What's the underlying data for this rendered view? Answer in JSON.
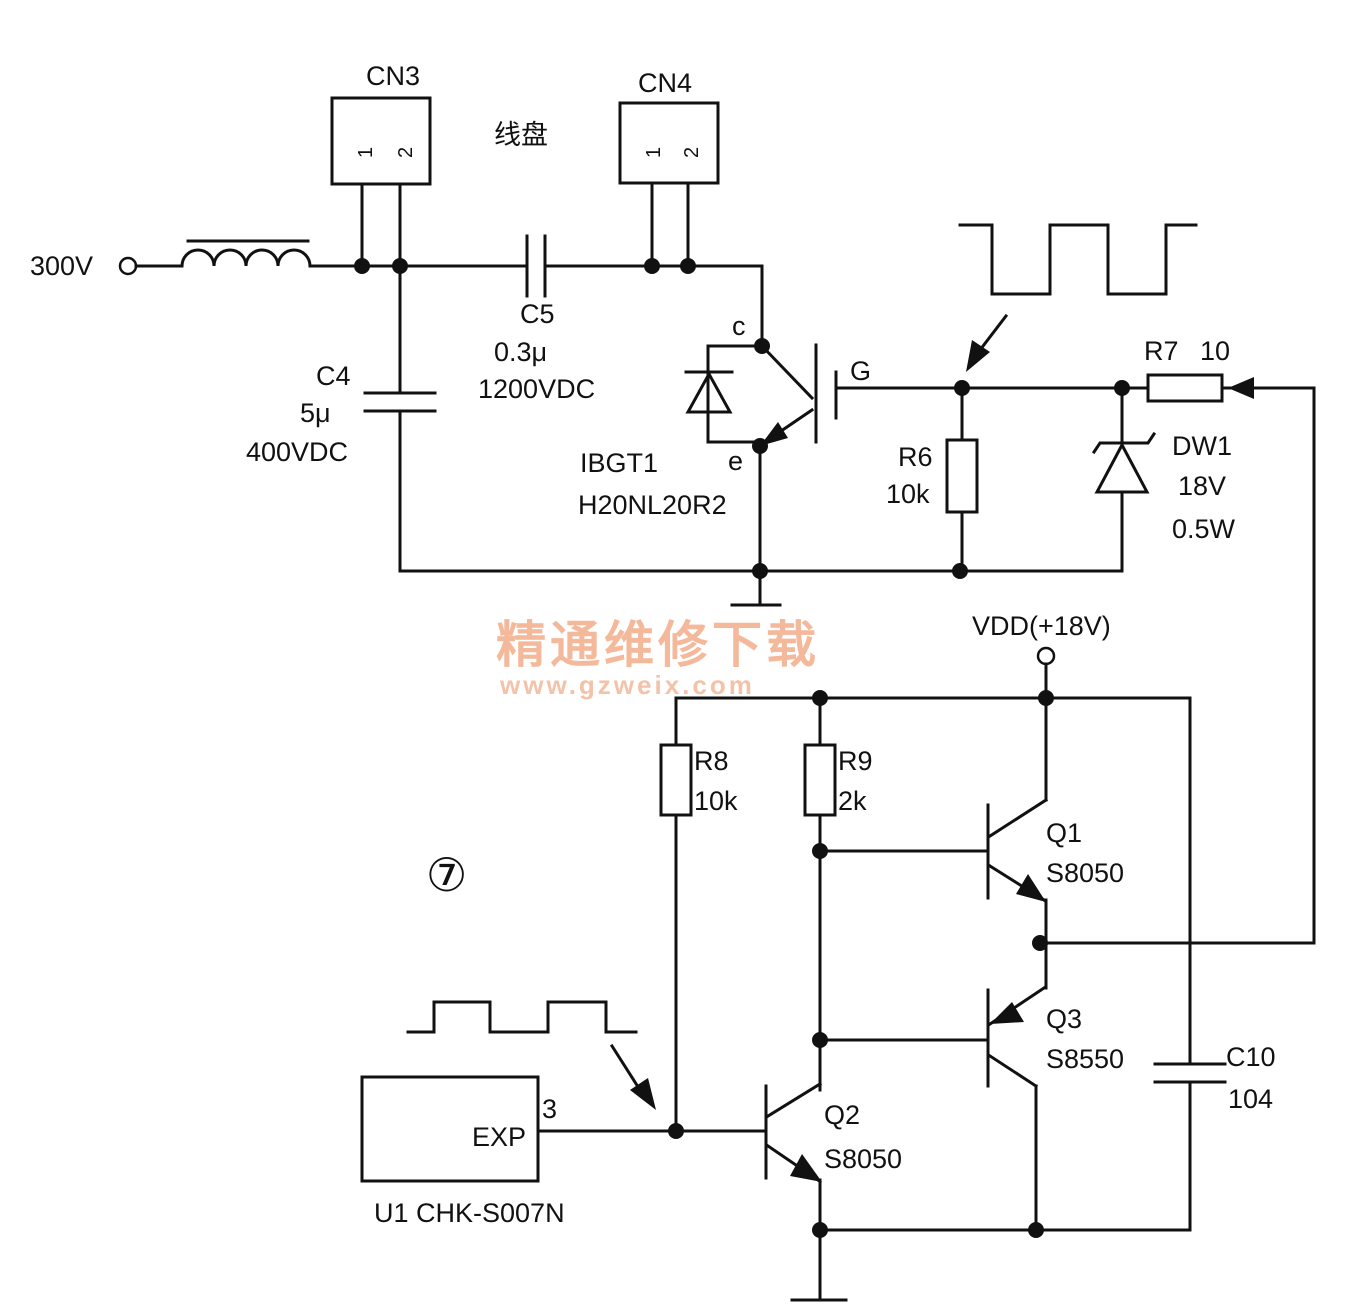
{
  "connectors": {
    "cn3": {
      "label": "CN3",
      "pin1": "1",
      "pin2": "2"
    },
    "cn4": {
      "label": "CN4",
      "pin1": "1",
      "pin2": "2"
    },
    "coil_label": "线盘"
  },
  "input": {
    "label": "300V"
  },
  "c5": {
    "ref": "C5",
    "value": "0.3μ",
    "rating": "1200VDC"
  },
  "c4": {
    "ref": "C4",
    "value": "5μ",
    "rating": "400VDC"
  },
  "igbt": {
    "ref": "IBGT1",
    "part": "H20NL20R2",
    "collector": "c",
    "emitter": "e",
    "gate": "G"
  },
  "r6": {
    "ref": "R6",
    "value": "10k"
  },
  "r7": {
    "ref": "R7",
    "value": "10"
  },
  "dw1": {
    "ref": "DW1",
    "value": "18V",
    "power": "0.5W"
  },
  "vdd": {
    "label": "VDD(+18V)"
  },
  "r8": {
    "ref": "R8",
    "value": "10k"
  },
  "r9": {
    "ref": "R9",
    "value": "2k"
  },
  "q1": {
    "ref": "Q1",
    "part": "S8050"
  },
  "q3": {
    "ref": "Q3",
    "part": "S8550"
  },
  "q2": {
    "ref": "Q2",
    "part": "S8050"
  },
  "c10": {
    "ref": "C10",
    "value": "104"
  },
  "u1": {
    "pin_name": "EXP",
    "pin_number": "3",
    "label": "U1 CHK-S007N"
  },
  "figure_number": "⑦",
  "watermark": {
    "title": "精通维修下载",
    "url": "www.gzweix.com"
  }
}
